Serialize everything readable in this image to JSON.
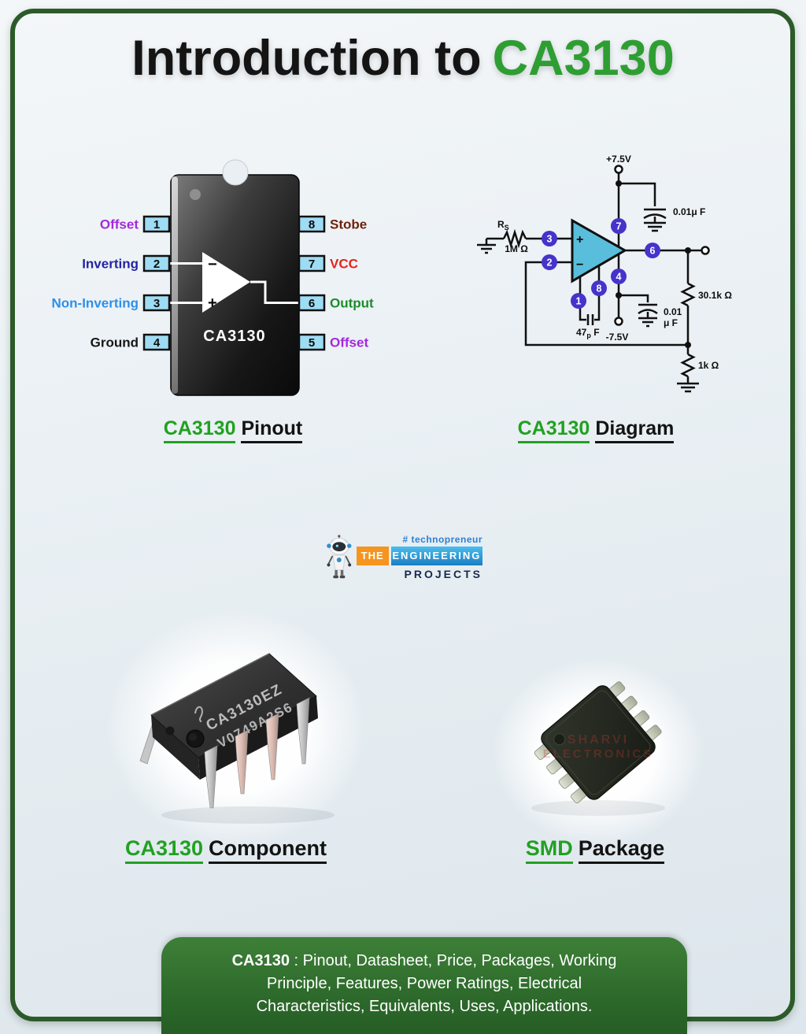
{
  "colors": {
    "green_accent": "#21a121",
    "title_green": "#2e9e33",
    "frame_green": "#2c5a28",
    "pin_box_fill": "#9edcf4",
    "pin_circle_fill": "#4633cb",
    "opamp_fill": "#58bedc"
  },
  "title": {
    "black": "Introduction to",
    "green": "CA3130"
  },
  "pinout": {
    "chip_label": "CA3130",
    "opamp_minus": "−",
    "opamp_plus": "+",
    "left_pins": [
      {
        "num": "1",
        "label": "Offset",
        "color": "#a229dd"
      },
      {
        "num": "2",
        "label": "Inverting",
        "color": "#2424a3"
      },
      {
        "num": "3",
        "label": "Non-Inverting",
        "color": "#2e8fe8"
      },
      {
        "num": "4",
        "label": "Ground",
        "color": "#161616"
      }
    ],
    "right_pins": [
      {
        "num": "8",
        "label": "Stobe",
        "color": "#6f220c"
      },
      {
        "num": "7",
        "label": "VCC",
        "color": "#e52418"
      },
      {
        "num": "6",
        "label": "Output",
        "color": "#1b8c2a"
      },
      {
        "num": "5",
        "label": "Offset",
        "color": "#a229dd"
      }
    ],
    "caption": {
      "green": "CA3130",
      "black": "Pinout"
    }
  },
  "diagram": {
    "caption": {
      "green": "CA3130",
      "black": "Diagram"
    },
    "supply_pos": "+7.5V",
    "supply_neg": "-7.5V",
    "rs_name": "R",
    "rs_sub": "S",
    "rs_value": "1M Ω",
    "cap_supply": "0.01μ F",
    "cap_comp_val": "47",
    "cap_comp_sub": "p",
    "cap_comp_unit": " F",
    "cap_bias_line1": "0.01",
    "cap_bias_line2": "μ F",
    "r_feedback": "30.1k Ω",
    "r_ground": "1k Ω",
    "opamp_plus": "+",
    "opamp_minus": "−",
    "pin1": "1",
    "pin2": "2",
    "pin3": "3",
    "pin4": "4",
    "pin6": "6",
    "pin7": "7",
    "pin8": "8"
  },
  "logo": {
    "hashtag": "# technopreneur",
    "word_the": "THE",
    "word_engineering": "ENGINEERING",
    "word_projects": "PROJECTS"
  },
  "component": {
    "marking_line1": "CA3130EZ",
    "marking_line2": "V0749A2S6",
    "caption": {
      "green": "CA3130",
      "black": "Component"
    }
  },
  "smd": {
    "watermark_line1": "SHARVI",
    "watermark_line2": "ELECTRONICS",
    "caption": {
      "green": "SMD",
      "black": "Package"
    }
  },
  "footer": {
    "bold": "CA3130",
    "line1_rest": " : Pinout, Datasheet, Price, Packages, Working",
    "line2": "Principle, Features, Power Ratings, Electrical",
    "line3": "Characteristics, Equivalents, Uses, Applications."
  }
}
